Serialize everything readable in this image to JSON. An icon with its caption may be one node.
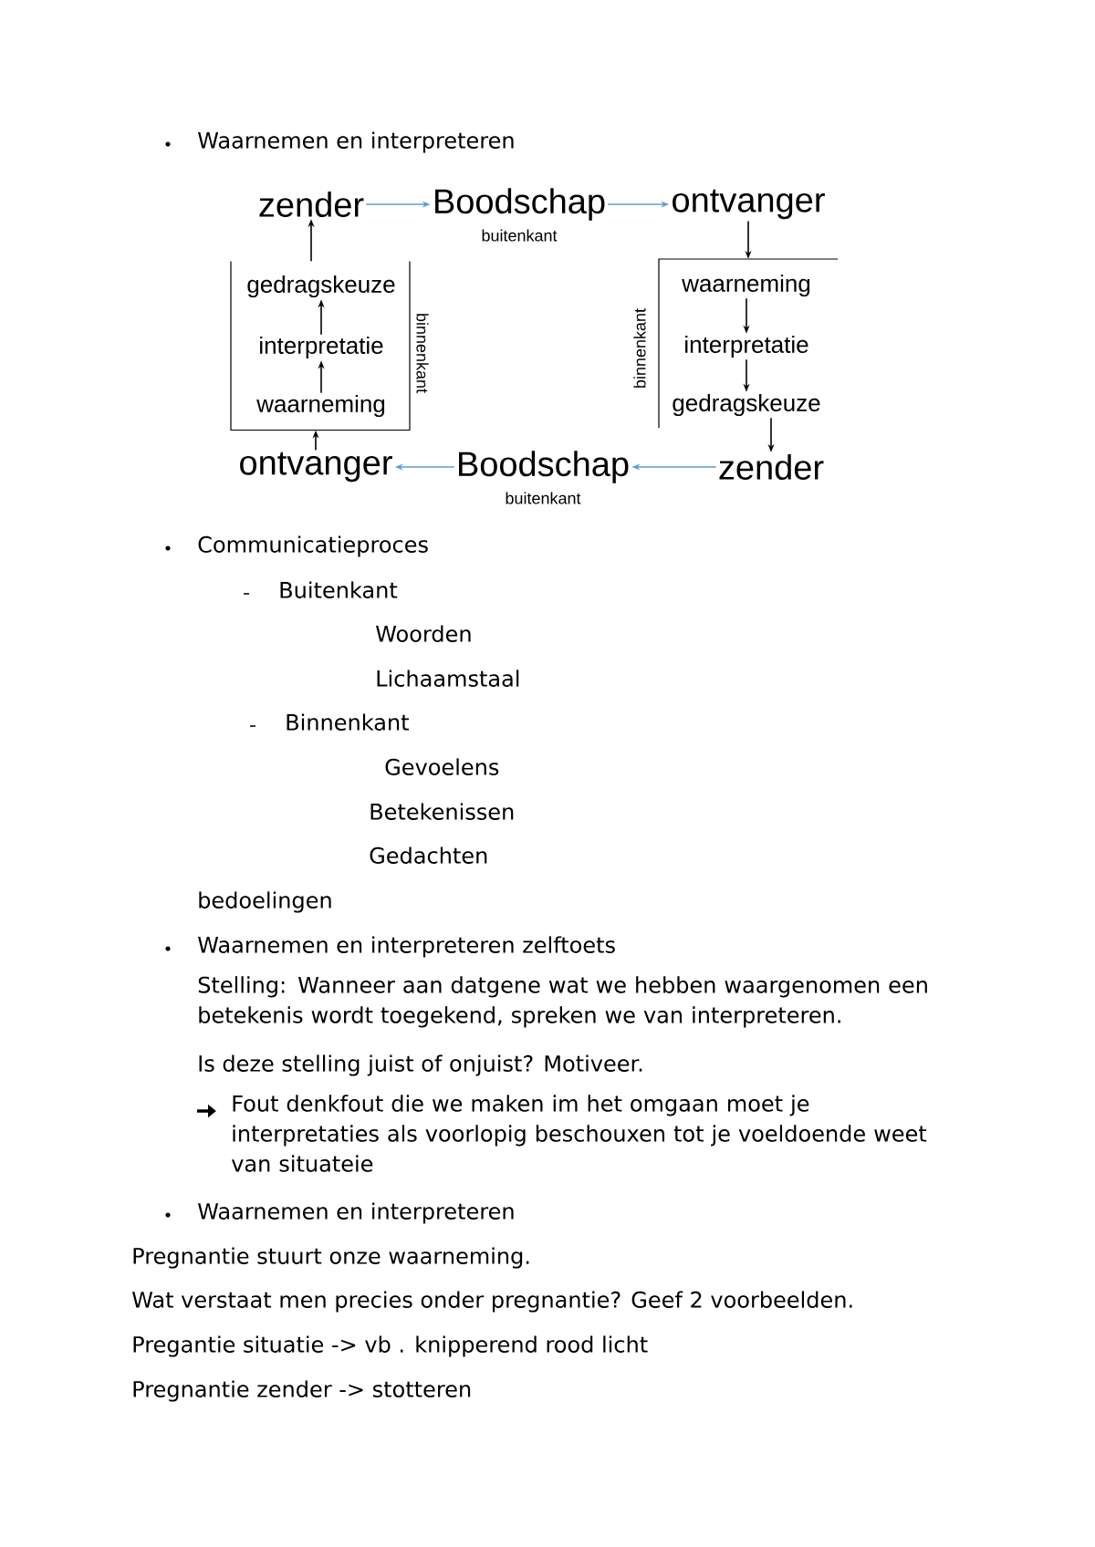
{
  "diagram": {
    "nodes": [
      {
        "text": [
          "zender"
        ]
      },
      {
        "text": [
          "Boodschap"
        ],
        "beside": [
          "buitenkant"
        ]
      },
      {
        "text": [
          "ontvanger"
        ]
      },
      {
        "text": [],
        "shape": "box",
        "beside": [
          "binnenkant"
        ]
      },
      {
        "text": [
          "gedragskeuze"
        ],
        "in": 3
      },
      {
        "text": [
          "interpretatie"
        ],
        "in": 3
      },
      {
        "text": [
          "waarneming"
        ],
        "in": 3
      },
      {
        "text": [],
        "shape": "box",
        "beside": [
          "binnenkant"
        ]
      },
      {
        "text": [
          "waarneming"
        ],
        "in": 7
      },
      {
        "text": [
          "interpretatie"
        ],
        "in": 7
      },
      {
        "text": [
          "gedragskeuze"
        ],
        "in": 7
      },
      {
        "text": [
          "ontvanger"
        ]
      },
      {
        "text": [
          "Boodschap"
        ],
        "beside": [
          "buitenkant"
        ]
      },
      {
        "text": [
          "zender"
        ]
      }
    ],
    "edges": [
      {
        "from": 0,
        "to": 1,
        "arrow": "to",
        "color": "#5b9bd5"
      },
      {
        "from": 1,
        "to": 2,
        "arrow": "to",
        "color": "#5b9bd5"
      },
      {
        "from": 2,
        "to": 7,
        "arrow": "to"
      },
      {
        "from": 8,
        "to": 9,
        "arrow": "to"
      },
      {
        "from": 9,
        "to": 10,
        "arrow": "to"
      },
      {
        "from": 10,
        "to": 13,
        "arrow": "to"
      },
      {
        "from": 13,
        "to": 12,
        "arrow": "to",
        "color": "#5b9bd5"
      },
      {
        "from": 12,
        "to": 11,
        "arrow": "to",
        "color": "#5b9bd5"
      },
      {
        "from": 11,
        "to": 3,
        "arrow": "to"
      },
      {
        "from": 6,
        "to": 5,
        "arrow": "to"
      },
      {
        "from": 5,
        "to": 4,
        "arrow": "to"
      },
      {
        "from": 3,
        "to": 0,
        "arrow": "to"
      }
    ],
    "labels": [
      "Waarnemen en interpreteren",
      "Communicatieproces",
      "Buitenkant",
      "Woorden",
      "Lichaamstaal",
      "Binnenkant",
      "Gevoelens",
      "Betekenissen",
      "Gedachten",
      "bedoelingen",
      "Waarnemen en interpreteren zelftoets",
      "Stelling: Wanneer aan datgene wat we hebben waargenomen een betekenis wordt toegekend, spreken we van interpreteren.",
      "Is deze stelling juist of onjuist? Motiveer.",
      "Fout denkfout die we maken im het omgaan moet je interpretaties als voorlopig beschouxen tot je voeldoende weet van situateie",
      "Waarnemen en interpreteren",
      "Pregnantie stuurt onze waarneming.",
      "Wat verstaat men precies onder pregnantie? Geef 2 voorbeelden.",
      "Pregantie situatie -> vb . knipperend rood licht",
      "Pregnantie zender -> stotteren"
    ]
  }
}
